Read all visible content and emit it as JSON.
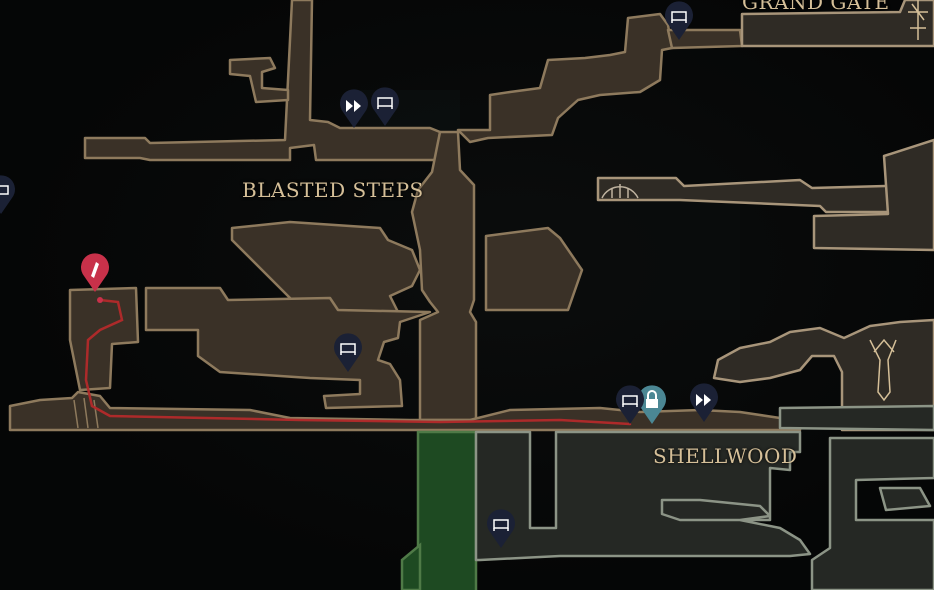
{
  "map": {
    "regions": {
      "blasted_steps": "BLASTED STEPS",
      "shellwood": "SHELLWOOD",
      "grand_gate": "GRAND GATE"
    },
    "markers": [
      {
        "id": "bench-top-right",
        "type": "bench",
        "color": "#1b2135"
      },
      {
        "id": "fast-travel-top",
        "type": "fast-travel",
        "color": "#1b2135"
      },
      {
        "id": "bench-top",
        "type": "bench",
        "color": "#1b2135"
      },
      {
        "id": "bench-left-edge",
        "type": "bench",
        "color": "#1b2135"
      },
      {
        "id": "player-location",
        "type": "compass",
        "color": "#c8314a"
      },
      {
        "id": "bench-mid",
        "type": "bench",
        "color": "#1b2135"
      },
      {
        "id": "bench-shellwood",
        "type": "bench",
        "color": "#1b2135"
      },
      {
        "id": "lock",
        "type": "lock",
        "color": "#4b8794"
      },
      {
        "id": "fast-travel-shellwood",
        "type": "fast-travel",
        "color": "#1b2135"
      },
      {
        "id": "bench-bottom",
        "type": "bench",
        "color": "#1b2135"
      }
    ],
    "colors": {
      "room_fill": "#3a3127",
      "room_outline": "#8e7a5d",
      "route": "#b32a2a",
      "label": "#d5bf98"
    }
  }
}
